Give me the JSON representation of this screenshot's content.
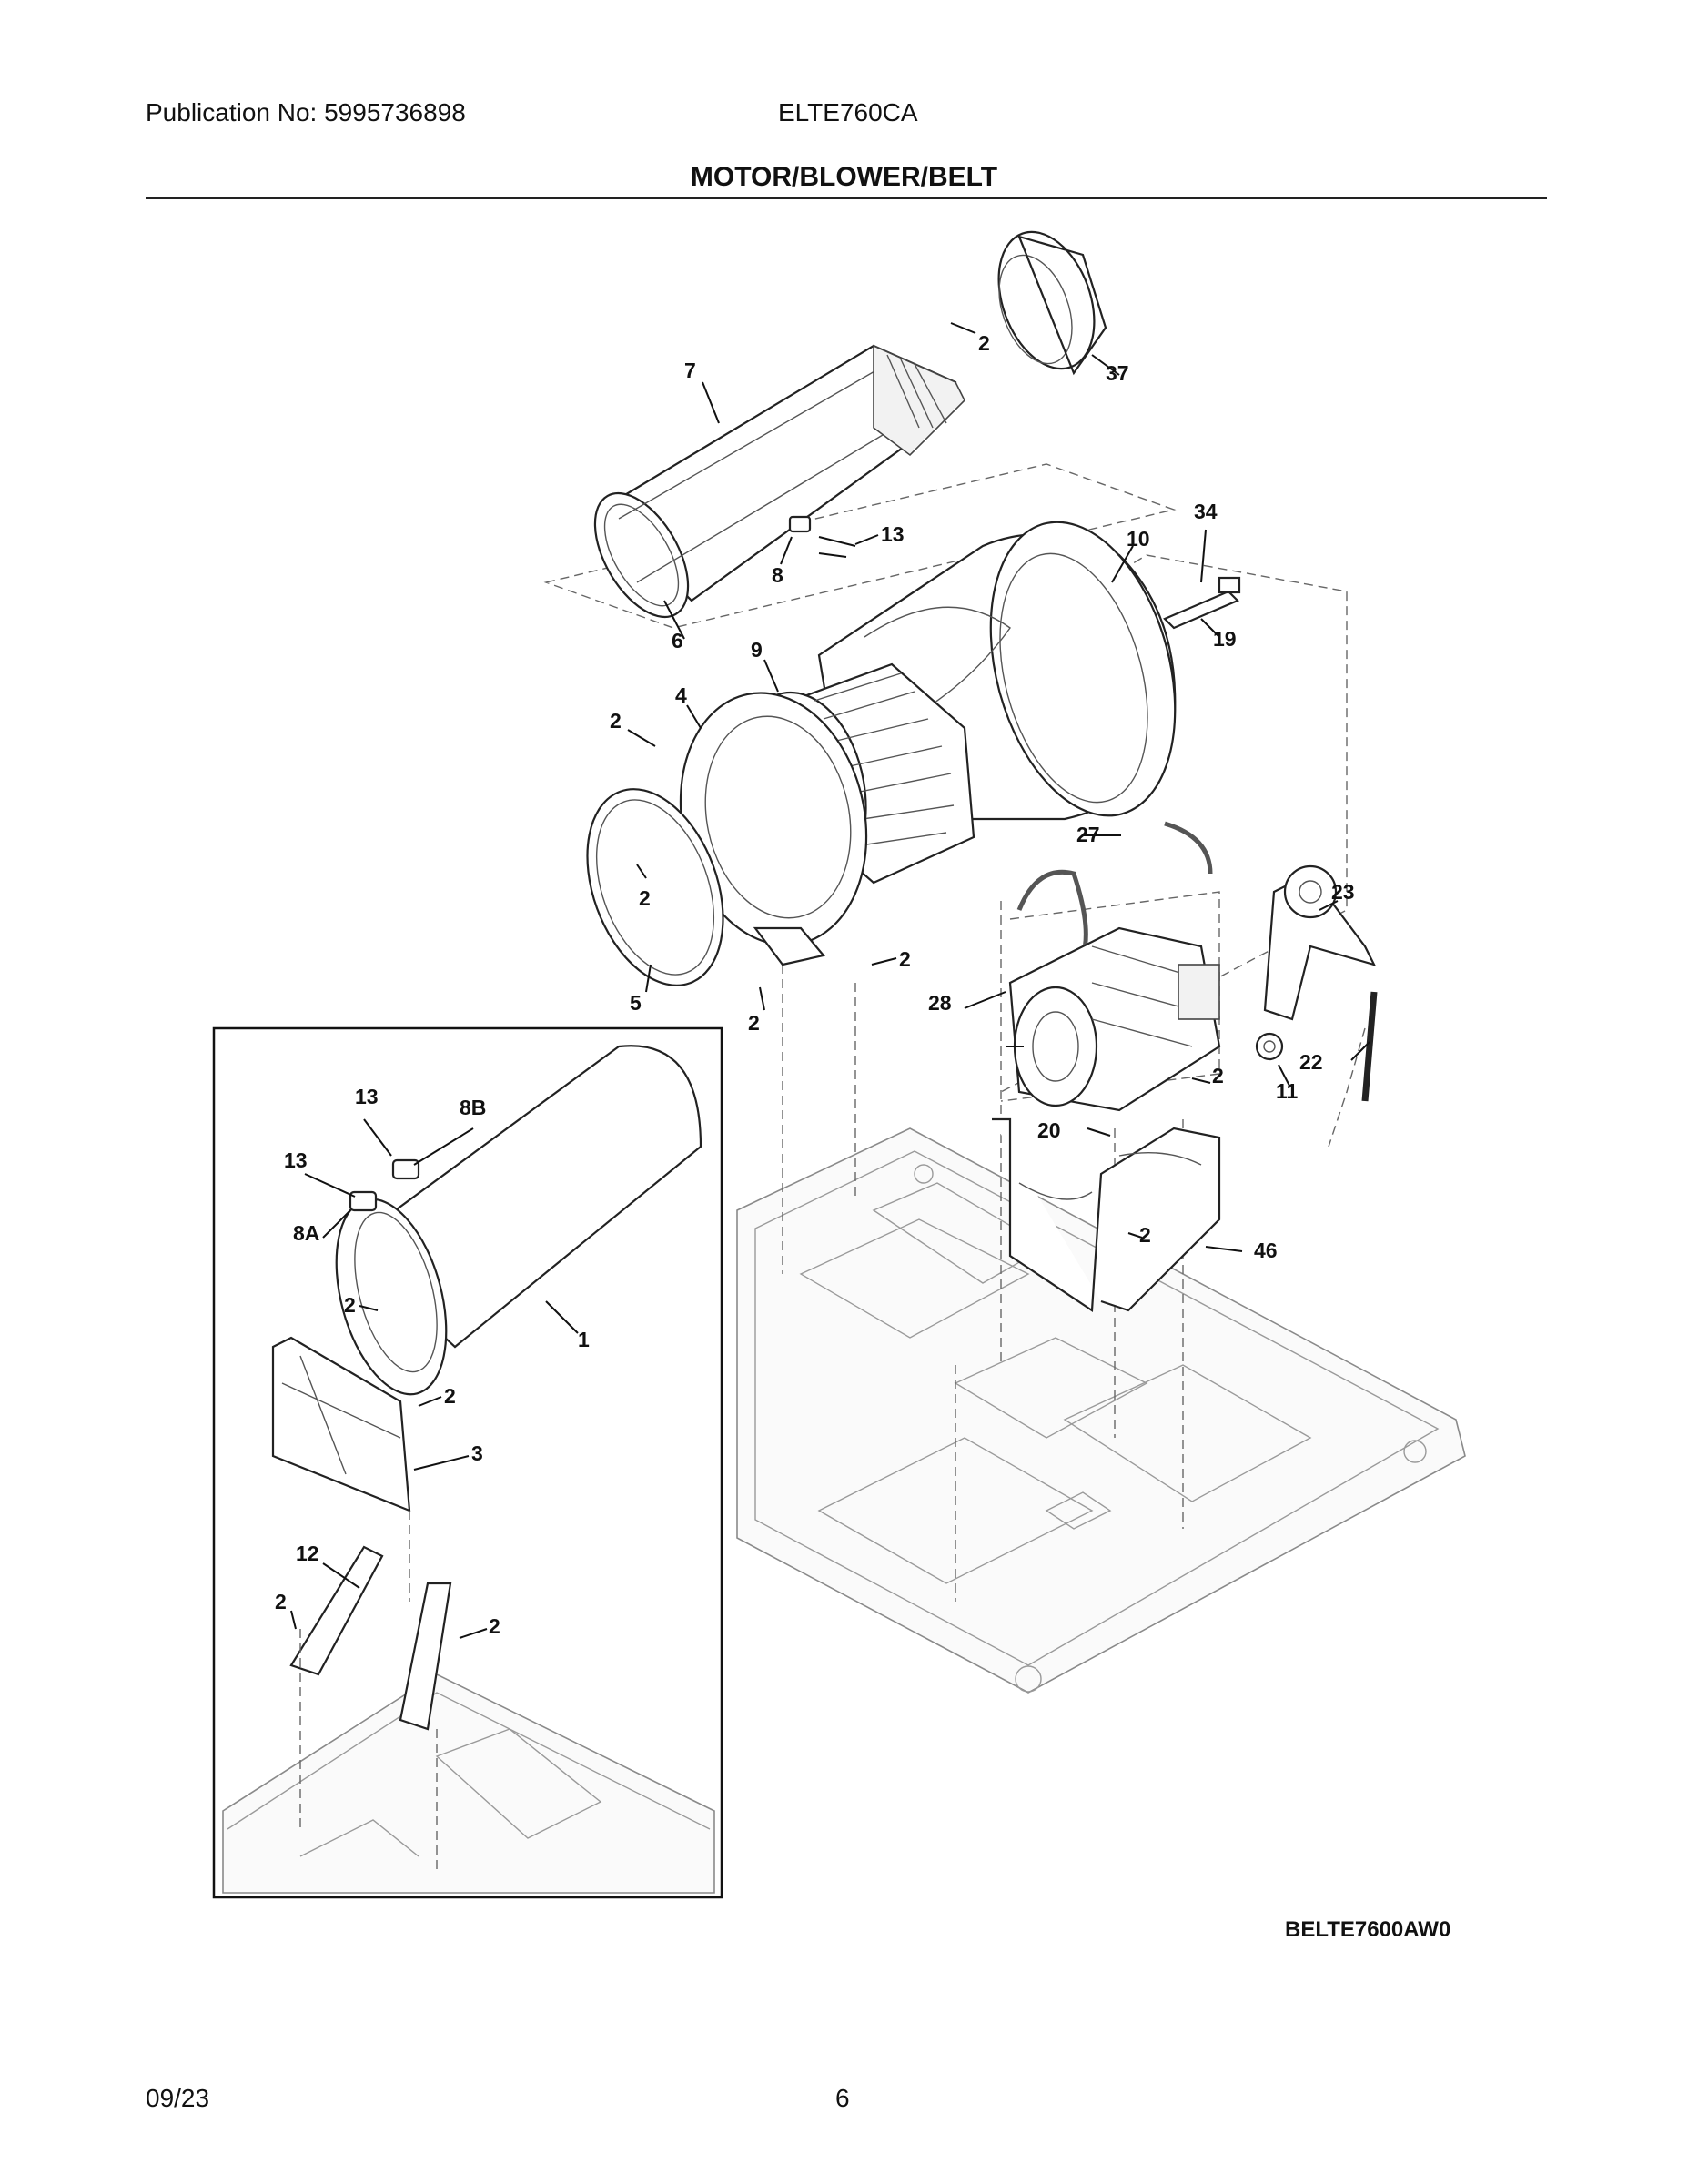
{
  "header": {
    "publication": "Publication No: 5995736898",
    "model": "ELTE760CA"
  },
  "title": "MOTOR/BLOWER/BELT",
  "diagram": {
    "code": "BELTE7600AW0",
    "callouts": [
      "2",
      "37",
      "7",
      "34",
      "10",
      "13",
      "8",
      "6",
      "19",
      "9",
      "4",
      "2",
      "2",
      "27",
      "23",
      "2",
      "2",
      "28",
      "5",
      "2",
      "11",
      "22",
      "2",
      "20",
      "2",
      "46",
      "13",
      "8B",
      "13",
      "8A",
      "2",
      "1",
      "2",
      "3",
      "12",
      "2",
      "2"
    ]
  },
  "footer": {
    "date": "09/23",
    "page": "6"
  }
}
